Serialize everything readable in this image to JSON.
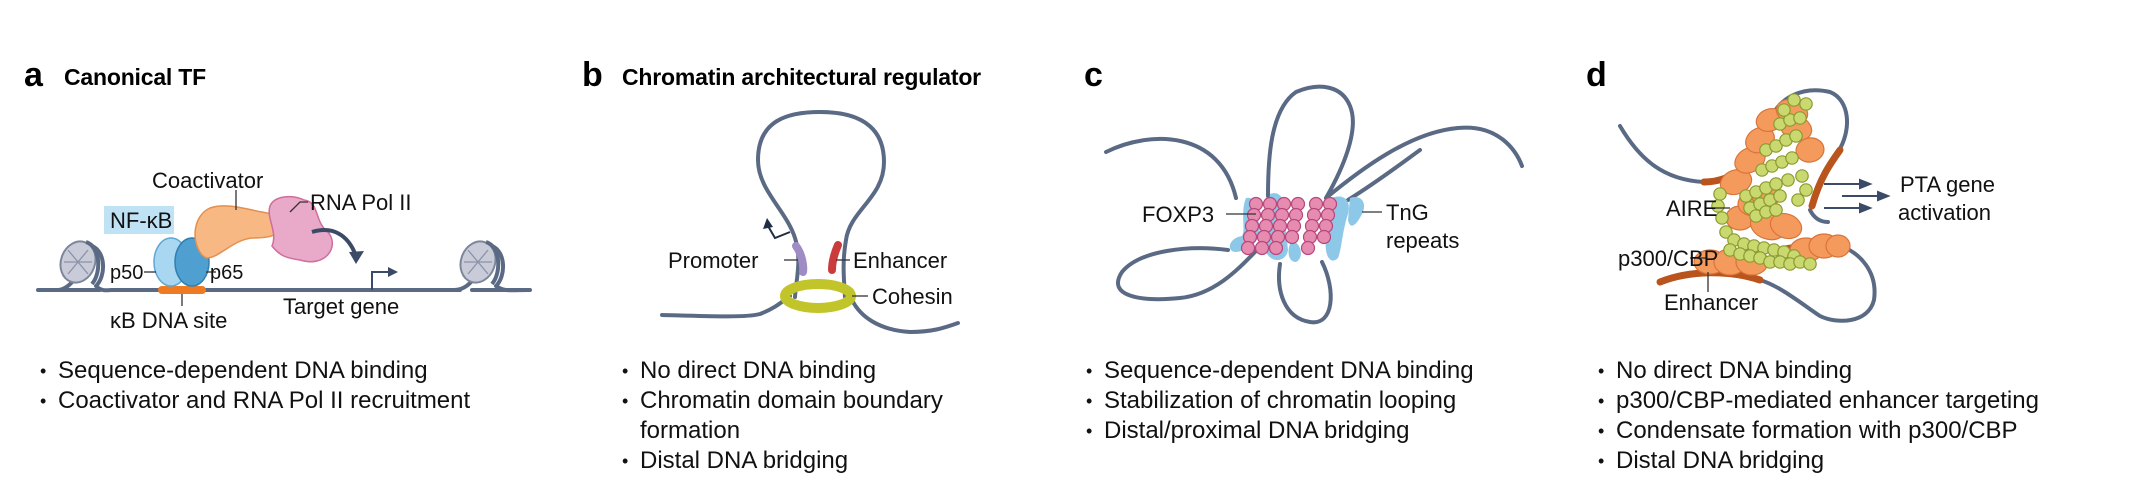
{
  "figure": {
    "panels": [
      {
        "id": "a",
        "label": "a",
        "title": "Canonical TF",
        "diagram_labels": {
          "nfkb": "NF-κB",
          "coactivator": "Coactivator",
          "rna_pol": "RNA Pol II",
          "p50": "p50",
          "p65": "p65",
          "kb_site": "κB DNA site",
          "target_gene": "Target gene"
        },
        "bullets": [
          "Sequence-dependent DNA binding",
          "Coactivator and RNA Pol II recruitment"
        ]
      },
      {
        "id": "b",
        "label": "b",
        "title": "Chromatin architectural regulator",
        "diagram_labels": {
          "promoter": "Promoter",
          "enhancer": "Enhancer",
          "cohesin": "Cohesin"
        },
        "bullets": [
          "No direct DNA binding",
          "Chromatin domain boundary formation",
          "Distal DNA bridging"
        ]
      },
      {
        "id": "c",
        "label": "c",
        "title": "",
        "diagram_labels": {
          "foxp3": "FOXP3",
          "tng_line1": "TnG",
          "tng_line2": "repeats"
        },
        "bullets": [
          "Sequence-dependent DNA binding",
          "Stabilization of chromatin looping",
          "Distal/proximal DNA bridging"
        ]
      },
      {
        "id": "d",
        "label": "d",
        "title": "",
        "diagram_labels": {
          "aire": "AIRE",
          "p300": "p300/CBP",
          "enhancer": "Enhancer",
          "pta_line1": "PTA gene",
          "pta_line2": "activation"
        },
        "bullets": [
          "No direct DNA binding",
          "p300/CBP-mediated enhancer targeting",
          "Condensate formation with p300/CBP",
          "Distal DNA bridging"
        ]
      }
    ],
    "colors": {
      "dna": "#5a6a85",
      "nfkb_highlight": "#bfe3f5",
      "p50": "#a9d6f0",
      "p65": "#4f9fd0",
      "kb_site": "#f07a22",
      "coactivator": "#f8b884",
      "rna_pol": "#e9a9c8",
      "promoter": "#a08cc4",
      "enhancer_b": "#cc3b3b",
      "cohesin": "#c2c52a",
      "tng_repeats": "#8dc8e8",
      "foxp3": "#e58cb0",
      "p300": "#f39a5c",
      "aire": "#c9d970",
      "enhancer_d": "#b8541c"
    }
  }
}
